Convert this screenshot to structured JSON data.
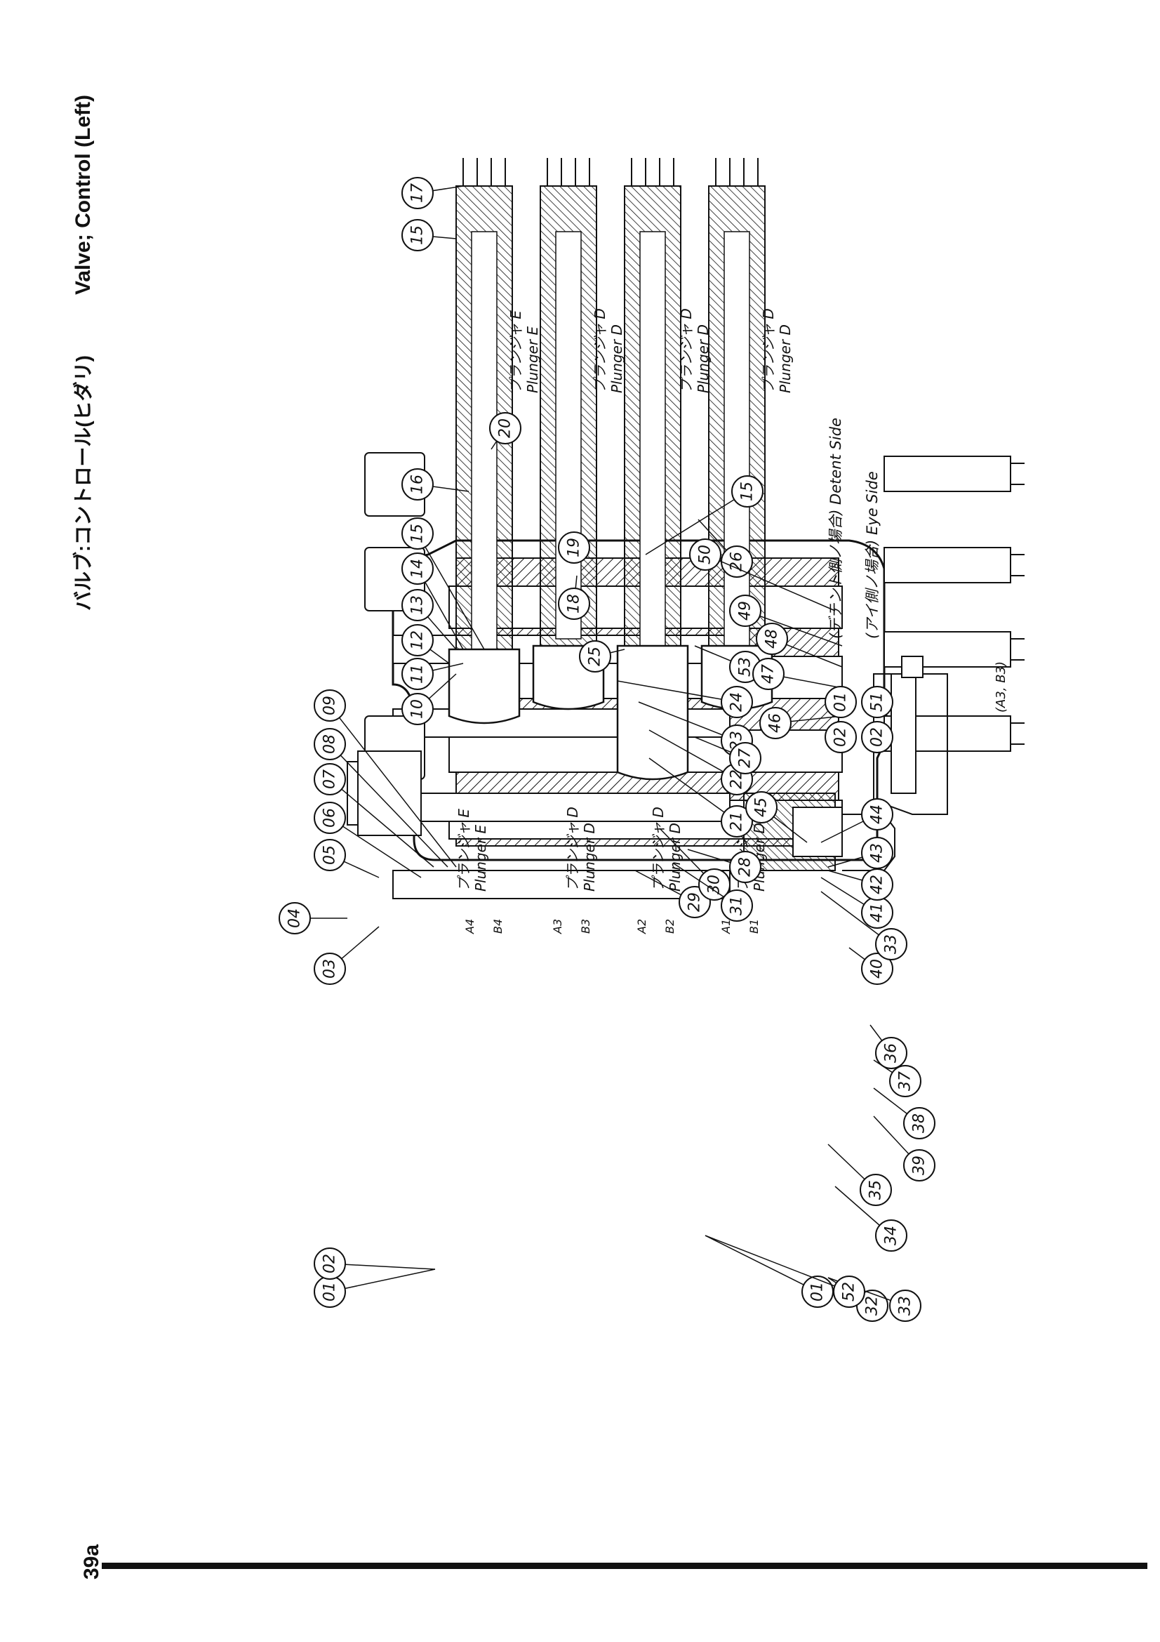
{
  "header": {
    "title_jp": "バルブ:コントロール(ヒダリ)",
    "title_en": "Valve; Control  (Left)"
  },
  "page_number": "39a",
  "section_body": {
    "plunger_labels": [
      {
        "jp": "プランジャ E",
        "en": "Plunger E"
      },
      {
        "jp": "プランジャ D",
        "en": "Plunger D"
      },
      {
        "jp": "プランジャ D",
        "en": "Plunger D"
      },
      {
        "jp": "プランジャ D",
        "en": "Plunger D"
      }
    ],
    "port_labels": [
      "B4",
      "B3",
      "B2",
      "B1",
      "A4",
      "A3",
      "A2",
      "A1"
    ]
  },
  "section_plungers": {
    "plunger_labels": [
      {
        "jp": "プランジャ E",
        "en": "Plunger E"
      },
      {
        "jp": "プランジャ D",
        "en": "Plunger D"
      },
      {
        "jp": "プランジャ D",
        "en": "Plunger D"
      },
      {
        "jp": "プランジャ D",
        "en": "Plunger D"
      }
    ]
  },
  "notes": {
    "detent": {
      "ref": "01",
      "ref2": "02",
      "text": "(デテント側ノ場合) Detent Side"
    },
    "eye": {
      "ref": "51",
      "ref2": "02",
      "text": "(アイ側ノ場合) Eye Side"
    },
    "inset_caption": "(A3, B3)"
  },
  "callouts": {
    "c01a": "01",
    "c02a": "02",
    "c03": "03",
    "c04": "04",
    "c05": "05",
    "c06": "06",
    "c07": "07",
    "c08": "08",
    "c09": "09",
    "c10": "10",
    "c11": "11",
    "c12": "12",
    "c13": "13",
    "c14": "14",
    "c15a": "15",
    "c16": "16",
    "c15b": "15",
    "c17": "17",
    "c18": "18",
    "c19": "19",
    "c20": "20",
    "c21": "21",
    "c22": "22",
    "c23": "23",
    "c24": "24",
    "c25": "25",
    "c15c": "15",
    "c26": "26",
    "c53": "53",
    "c27": "27",
    "c28": "28",
    "c29": "29",
    "c30": "30",
    "c31": "31",
    "c32": "32",
    "c33a": "33",
    "c01b": "01",
    "c52": "52",
    "c34": "34",
    "c35": "35",
    "c36": "36",
    "c37": "37",
    "c38": "38",
    "c39": "39",
    "c40": "40",
    "c33b": "33",
    "c41": "41",
    "c42": "42",
    "c43": "43",
    "c44": "44",
    "c45": "45",
    "c46": "46",
    "c47": "47",
    "c48": "48",
    "c49": "49",
    "c50": "50"
  }
}
